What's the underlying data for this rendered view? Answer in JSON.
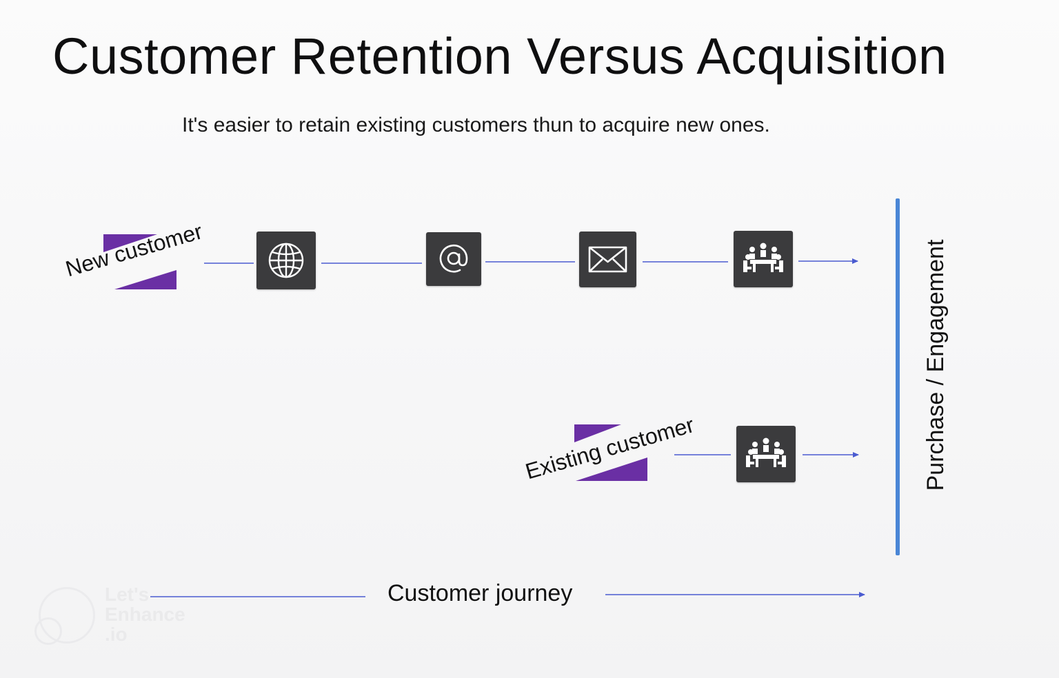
{
  "title": "Customer Retention Versus Acquisition",
  "subtitle": "It's easier to retain existing customers thun to acquire new ones.",
  "rows": {
    "new": {
      "label": "New customer",
      "steps": [
        "globe-icon",
        "at-sign-icon",
        "envelope-icon",
        "meeting-icon"
      ]
    },
    "existing": {
      "label": "Existing customer",
      "steps": [
        "meeting-icon"
      ]
    }
  },
  "outcome_label": "Purchase / Engagement",
  "journey_label": "Customer journey",
  "watermark": {
    "line1": "Let's",
    "line2": "Enhance",
    "line3": ".io"
  },
  "colors": {
    "accent_purple": "#6a2fa4",
    "line_blue": "#4a5bd0",
    "bar_blue": "#4a86d6",
    "icon_bg": "#3b3b3d"
  }
}
